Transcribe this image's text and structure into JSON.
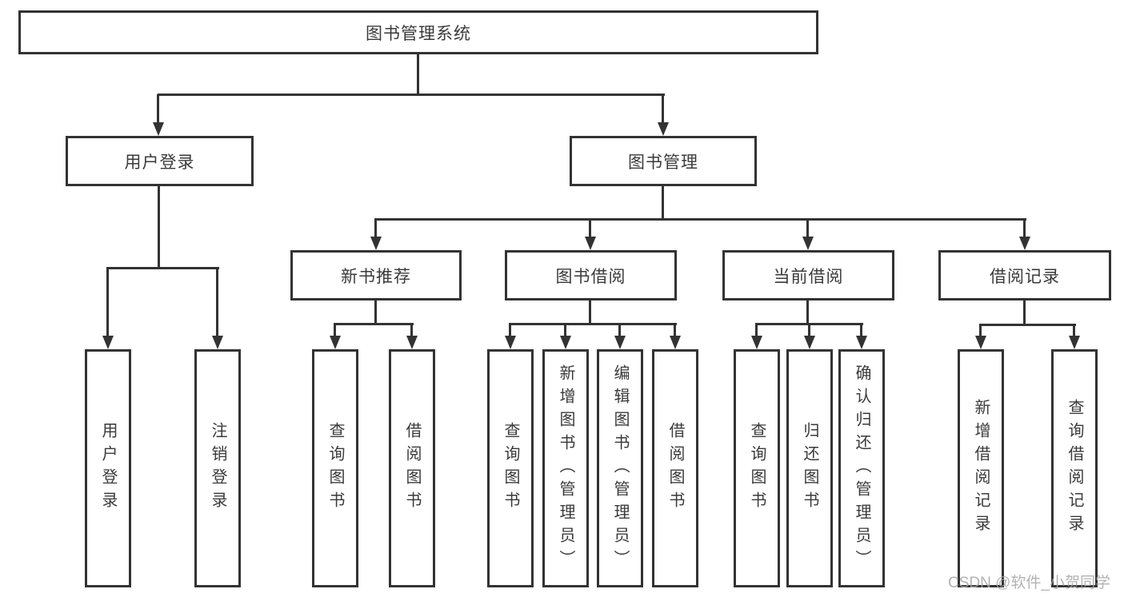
{
  "diagram_title": "图书管理系统",
  "watermark": "CSDN @软件_小贺同学",
  "colors": {
    "line": "#333333",
    "text": "#3a3a3a",
    "watermark": "#a5a5a5",
    "background": "#ffffff"
  },
  "nodes": {
    "root": {
      "label": "图书管理系统"
    },
    "user_login": {
      "label": "用户登录"
    },
    "book_mgmt": {
      "label": "图书管理"
    },
    "new_book_rec": {
      "label": "新书推荐"
    },
    "book_borrow": {
      "label": "图书借阅"
    },
    "current_borrow": {
      "label": "当前借阅"
    },
    "borrow_record": {
      "label": "借阅记录"
    },
    "leaf_login": {
      "label": "用户登录"
    },
    "leaf_logout": {
      "label": "注销登录"
    },
    "leaf_nbr_query": {
      "label": "查询图书"
    },
    "leaf_nbr_borrow": {
      "label": "借阅图书"
    },
    "leaf_bb_query": {
      "label": "查询图书"
    },
    "leaf_bb_add": {
      "label": "新增图书（管理员）"
    },
    "leaf_bb_edit": {
      "label": "编辑图书（管理员）"
    },
    "leaf_bb_borrow": {
      "label": "借阅图书"
    },
    "leaf_cb_query": {
      "label": "查询图书"
    },
    "leaf_cb_return": {
      "label": "归还图书"
    },
    "leaf_cb_confirm": {
      "label": "确认归还（管理员）"
    },
    "leaf_br_add": {
      "label": "新增借阅记录"
    },
    "leaf_br_query": {
      "label": "查询借阅记录"
    }
  }
}
